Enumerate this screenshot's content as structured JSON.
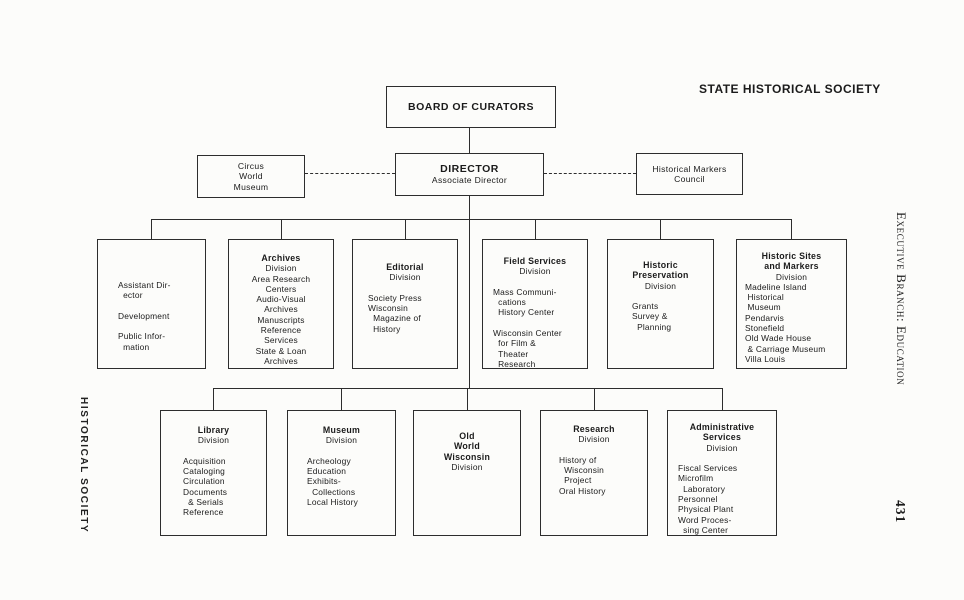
{
  "page": {
    "corner_title": "STATE HISTORICAL SOCIETY",
    "left_margin_label": "HISTORICAL SOCIETY",
    "right_margin_label": "Executive Branch: Education",
    "page_number": "431"
  },
  "chart": {
    "board": {
      "title": "BOARD OF CURATORS"
    },
    "director": {
      "title": "DIRECTOR",
      "subtitle": "Associate Director"
    },
    "circus_world_museum": {
      "lines": [
        "Circus",
        "World",
        "Museum"
      ]
    },
    "historical_markers_council": {
      "lines": [
        "Historical Markers",
        "Council"
      ]
    },
    "divisions_row1": [
      {
        "id": "assistant-director",
        "lines": [
          "Assistant Dir-",
          "  ector",
          "",
          "Development",
          "",
          "Public Infor-",
          "  mation"
        ]
      },
      {
        "id": "archives",
        "title": "Archives",
        "subtitle": "Division",
        "lines": [
          "Area Research",
          "Centers",
          "Audio-Visual",
          "Archives",
          "Manuscripts",
          "Reference",
          "Services",
          "State & Loan",
          "Archives"
        ]
      },
      {
        "id": "editorial",
        "title": "Editorial",
        "subtitle": "Division",
        "lines": [
          "",
          "Society Press",
          "Wisconsin",
          "  Magazine of",
          "  History"
        ]
      },
      {
        "id": "field-services",
        "title": "Field Services",
        "subtitle": "Division",
        "lines": [
          "",
          "Mass Communi-",
          "  cations",
          "  History Center",
          "",
          "Wisconsin Center",
          "  for Film &",
          "  Theater",
          "  Research"
        ]
      },
      {
        "id": "historic-preservation",
        "title": [
          "Historic",
          "Preservation"
        ],
        "subtitle": "Division",
        "lines": [
          "",
          "Grants",
          "Survey &",
          "  Planning"
        ]
      },
      {
        "id": "historic-sites-and-markers",
        "title": [
          "Historic Sites",
          "and Markers"
        ],
        "subtitle": "Division",
        "lines": [
          "Madeline Island",
          " Historical",
          " Museum",
          "Pendarvis",
          "Stonefield",
          "Old Wade House",
          " & Carriage Museum",
          "Villa Louis"
        ]
      }
    ],
    "divisions_row2": [
      {
        "id": "library",
        "title": "Library",
        "subtitle": "Division",
        "lines": [
          "",
          "Acquisition",
          "Cataloging",
          "Circulation",
          "Documents",
          "  & Serials",
          "Reference"
        ]
      },
      {
        "id": "museum",
        "title": "Museum",
        "subtitle": "Division",
        "lines": [
          "",
          "Archeology",
          "Education",
          "Exhibits-",
          "  Collections",
          "Local History"
        ]
      },
      {
        "id": "old-world-wisconsin",
        "title": [
          "Old",
          "World",
          "Wisconsin"
        ],
        "subtitle": "Division",
        "lines": []
      },
      {
        "id": "research",
        "title": "Research",
        "subtitle": "Division",
        "lines": [
          "",
          "History of",
          "  Wisconsin",
          "  Project",
          "Oral History"
        ]
      },
      {
        "id": "administrative-services",
        "title": [
          "Administrative",
          "Services"
        ],
        "subtitle": "Division",
        "lines": [
          "",
          "Fiscal Services",
          "Microfilm",
          "  Laboratory",
          "Personnel",
          "Physical Plant",
          "Word Proces-",
          "  sing Center"
        ]
      }
    ]
  }
}
